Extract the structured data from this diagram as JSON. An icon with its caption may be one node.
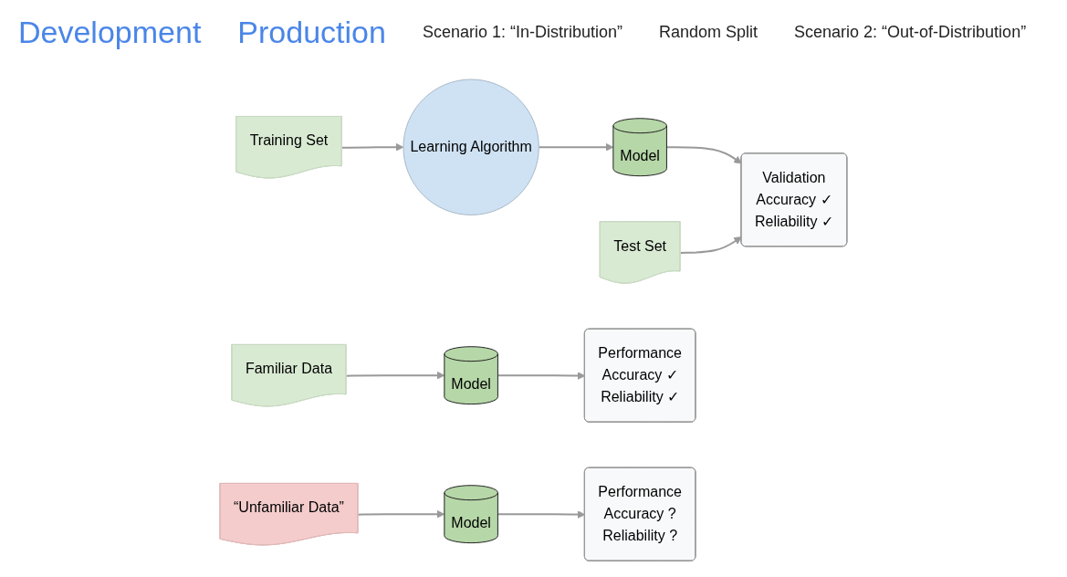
{
  "diagram": {
    "nodes": [
      {
        "text": [
          "Training Set"
        ]
      },
      {
        "text": [
          "Learning Algorithm"
        ]
      },
      {
        "text": [
          "Model"
        ]
      },
      {
        "text": [
          "Test Set"
        ]
      },
      {
        "text": [
          "Validation",
          "Accuracy ✓",
          "Reliability ✓"
        ]
      },
      {
        "text": [
          "Familiar Data"
        ]
      },
      {
        "text": [
          "Model"
        ]
      },
      {
        "text": [
          "Performance",
          "Accuracy ✓",
          "Reliability ✓"
        ]
      },
      {
        "text": [
          "“Unfamiliar Data”"
        ]
      },
      {
        "text": [
          "Model"
        ]
      },
      {
        "text": [
          "Performance",
          "Accuracy ?",
          "Reliability ?"
        ]
      }
    ],
    "edges": [
      {
        "from": 0,
        "to": 1,
        "arrow": "to"
      },
      {
        "from": 1,
        "to": 2,
        "arrow": "to"
      },
      {
        "from": 2,
        "to": 4,
        "arrow": "to"
      },
      {
        "from": 3,
        "to": 4,
        "arrow": "to"
      },
      {
        "from": 5,
        "to": 6,
        "arrow": "to"
      },
      {
        "from": 6,
        "to": 7,
        "arrow": "to"
      },
      {
        "from": 8,
        "to": 9,
        "arrow": "to"
      },
      {
        "from": 9,
        "to": 10,
        "arrow": "to"
      }
    ],
    "labels": [
      "Development",
      "Production",
      "Scenario 1: “In-Distribution”",
      "Random Split",
      "Scenario 2: “Out-of-Distribution”"
    ]
  }
}
